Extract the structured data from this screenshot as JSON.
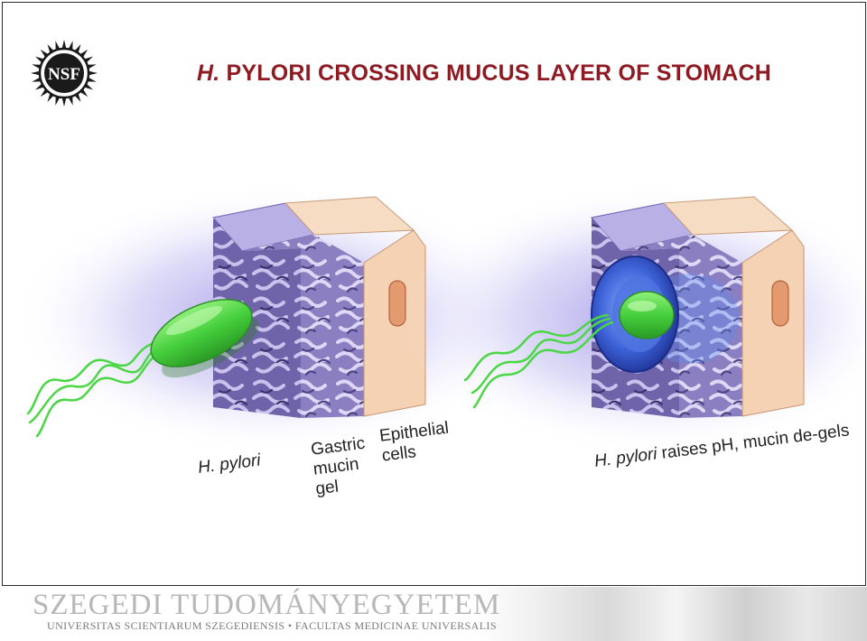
{
  "title": {
    "prefix": "H.",
    "rest": " PYLORI CROSSING MUCUS LAYER OF STOMACH"
  },
  "logo": {
    "text": "NSF"
  },
  "labels": {
    "bacterium": "H. pylori",
    "mucin_line1": "Gastric",
    "mucin_line2": "mucin",
    "mucin_line3": "gel",
    "epithelial_line1": "Epithelial",
    "epithelial_line2": "cells",
    "right_caption_italic": "H. pylori",
    "right_caption_rest": " raises pH, mucin de-gels"
  },
  "footer": {
    "university": "SZEGEDI TUDOMÁNYEGYETEM",
    "faculty": "UNIVERSITAS SCIENTIARUM SZEGEDIENSIS • FACULTAS MEDICINAE UNIVERSALIS"
  },
  "colors": {
    "title": "#8e1a22",
    "bacterium": "#4fd84a",
    "mucin": "#8b7fc2",
    "epithelial": "#f5d2b4",
    "degel": "#3d63d8"
  }
}
